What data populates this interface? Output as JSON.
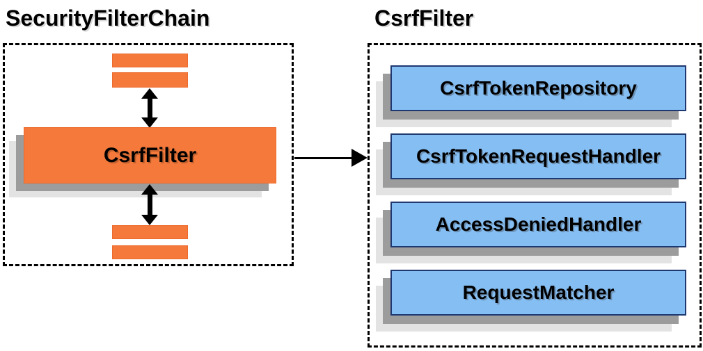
{
  "left_panel": {
    "title": "SecurityFilterChain",
    "filter_box_label": "CsrfFilter"
  },
  "right_panel": {
    "title": "CsrfFilter",
    "boxes": [
      {
        "label": "CsrfTokenRepository"
      },
      {
        "label": "CsrfTokenRequestHandler"
      },
      {
        "label": "AccessDeniedHandler"
      },
      {
        "label": "RequestMatcher"
      }
    ]
  },
  "colors": {
    "orange": "#F4793B",
    "orange_border": "#ED6A2C",
    "blue_fill": "#85BEF3",
    "blue_border": "#1F3870",
    "shadow_dark": "#9C9C9C",
    "shadow_light": "#E3E3E3",
    "line_black": "#000000"
  }
}
